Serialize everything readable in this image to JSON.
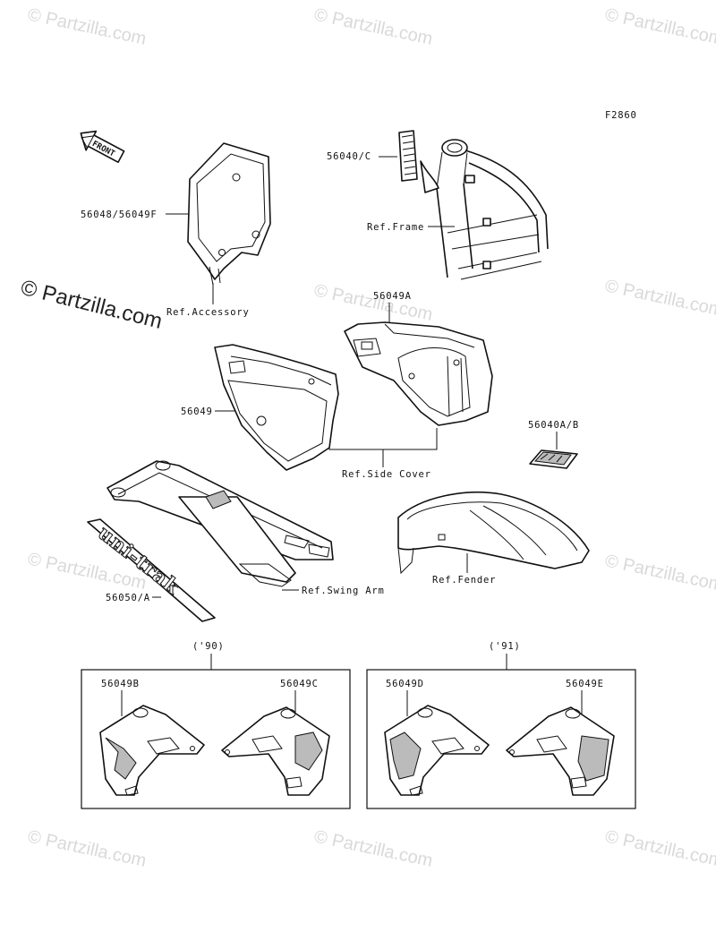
{
  "figure_code": "F2860",
  "front_arrow_label": "FRONT",
  "watermark": "© Partzilla.com",
  "callouts": {
    "part_56040_c": "56040/C",
    "ref_frame": "Ref.Frame",
    "part_56048_56049f": "56048/56049F",
    "ref_accessory": "Ref.Accessory",
    "part_56049a": "56049A",
    "part_56049": "56049",
    "ref_side_cover": "Ref.Side Cover",
    "part_56040a_b": "56040A/B",
    "ref_fender": "Ref.Fender",
    "ref_swing_arm": "Ref.Swing Arm",
    "part_56050_a": "56050/A"
  },
  "decal_text": "uni-trak",
  "year_groups": [
    {
      "label": "('90)",
      "left_part": "56049B",
      "right_part": "56049C"
    },
    {
      "label": "('91)",
      "left_part": "56049D",
      "right_part": "56049E"
    }
  ]
}
